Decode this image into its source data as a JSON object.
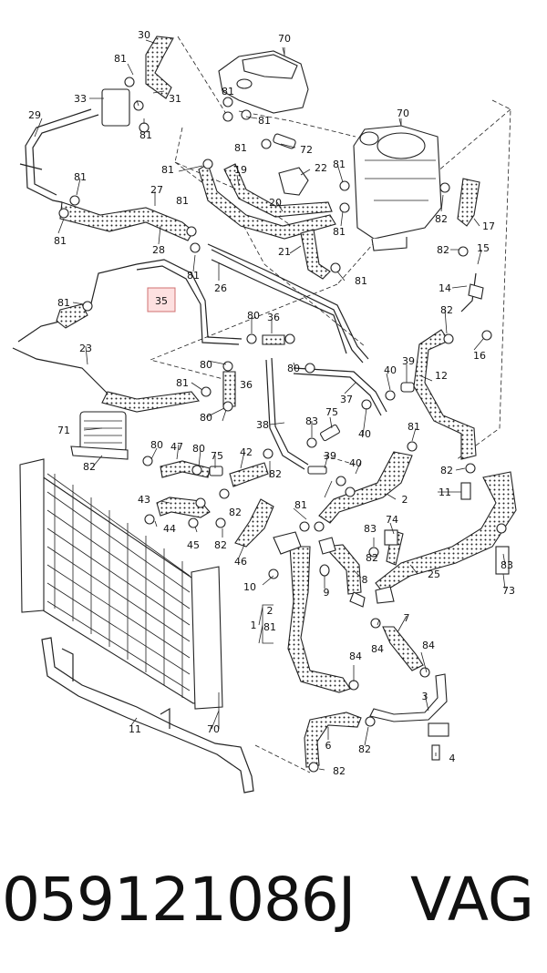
{
  "caption": {
    "part_number": "059121086J",
    "brand": "VAG"
  },
  "highlight": {
    "label": "35",
    "fill": "#fde0e0",
    "border": "#d07070"
  },
  "callouts": {
    "c30": "30",
    "c70a": "70",
    "c81a": "81",
    "c81b": "81",
    "c33": "33",
    "c31": "31",
    "c81c": "81",
    "c29": "29",
    "c81d": "81",
    "c72": "72",
    "c70b": "70",
    "c81e": "81",
    "c19": "19",
    "c22": "22",
    "c81f": "81",
    "c81g": "81",
    "c27": "27",
    "c81h": "81",
    "c20": "20",
    "c81i": "81",
    "c82a": "82",
    "c17": "17",
    "c81j": "81",
    "c28": "28",
    "c21": "21",
    "c82b": "82",
    "c15": "15",
    "c81k": "81",
    "c26": "26",
    "c81l": "81",
    "c14": "14",
    "c81m": "81",
    "c80a": "80",
    "c36a": "36",
    "c82c": "82",
    "c16": "16",
    "c23": "23",
    "c80b": "80",
    "c80c": "80",
    "c40a": "40",
    "c39a": "39",
    "c12": "12",
    "c81n": "81",
    "c36b": "36",
    "c37": "37",
    "c80d": "80",
    "c38": "38",
    "c83a": "83",
    "c40b": "40",
    "c81o": "81",
    "c71": "71",
    "c75a": "75",
    "c82d": "82",
    "c80e": "80",
    "c47": "47",
    "c80f": "80",
    "c75b": "75",
    "c42": "42",
    "c39b": "39",
    "c82e": "82",
    "c40c": "40",
    "c11a": "11",
    "c43": "43",
    "c82f": "82",
    "c2a": "2",
    "c81p": "81",
    "c44": "44",
    "c82g": "82",
    "c83b": "83",
    "c74": "74",
    "c45": "45",
    "c46": "46",
    "c82h": "82",
    "c83c": "83",
    "c25": "25",
    "c10": "10",
    "c9": "9",
    "c8": "8",
    "c73": "73",
    "c2b": "2",
    "c1": "1",
    "c81q": "81",
    "c7": "7",
    "c84a": "84",
    "c84b": "84",
    "c84c": "84",
    "c70c": "70",
    "c3": "3",
    "c11b": "11",
    "c6": "6",
    "c82i": "82",
    "c4": "4",
    "c82j": "82"
  }
}
